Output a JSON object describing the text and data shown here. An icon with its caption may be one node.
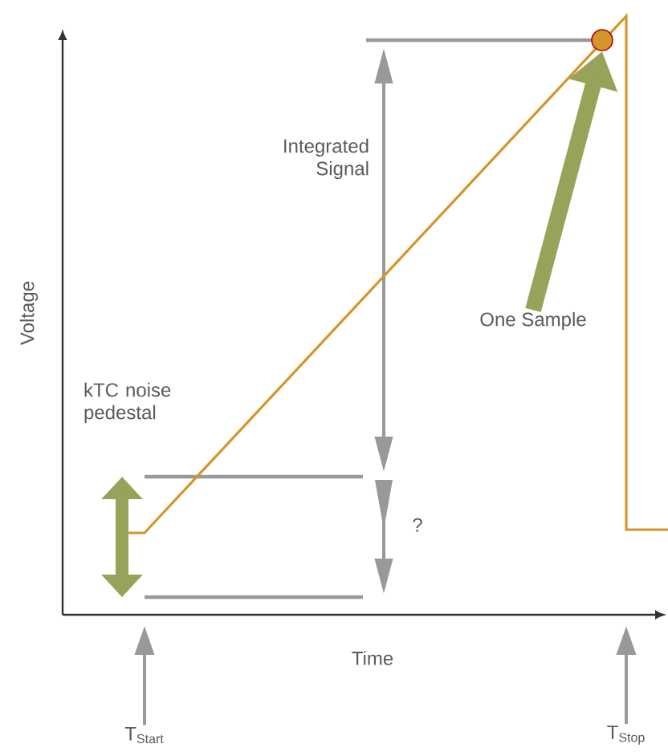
{
  "diagram": {
    "nodes": [
      {
        "text": [
          "One Sample"
        ]
      },
      {
        "text": [],
        "shape": "circle"
      },
      {
        "text": [
          "T$_{Start}$"
        ]
      },
      {
        "text": [
          "T$_{Stop}$"
        ]
      }
    ],
    "edges": [
      {
        "from": 0,
        "to": 1,
        "arrow": "to",
        "style": "thick",
        "color": "#98a35a"
      },
      {
        "from": 2,
        "to": null,
        "arrow": "to"
      },
      {
        "from": 3,
        "to": null,
        "arrow": "to"
      }
    ],
    "labels": [
      "Integrated Signal",
      "Voltage",
      "kTC noise pedestal",
      "?",
      "Time"
    ]
  }
}
